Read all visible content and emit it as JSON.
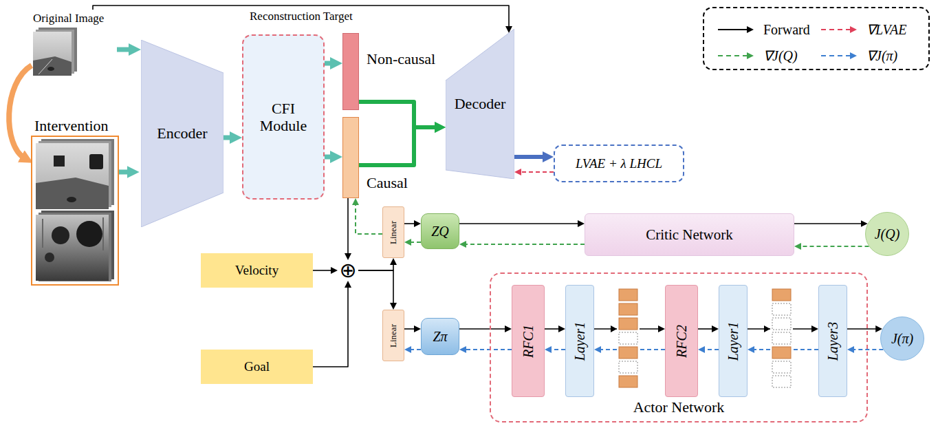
{
  "diagram": {
    "nodes": [
      {
        "text": [
          "Original Image"
        ]
      },
      {
        "text": [
          "Encoder"
        ]
      },
      {
        "text": [
          "CFI Module"
        ]
      },
      {
        "text": [
          "Non-causal"
        ]
      },
      {
        "text": [
          "Causal"
        ]
      },
      {
        "text": [
          "Decoder"
        ]
      },
      {
        "text": [
          "LVAE + λ LHCL"
        ]
      },
      {
        "text": [
          "Linear"
        ]
      },
      {
        "text": [
          "ZQ"
        ]
      },
      {
        "text": [
          "Critic Network"
        ]
      },
      {
        "text": [
          "J(Q)"
        ]
      },
      {
        "text": [
          "Velocity"
        ]
      },
      {
        "text": [
          "⊕"
        ]
      },
      {
        "text": [
          "Goal"
        ]
      },
      {
        "text": [
          "Linear"
        ]
      },
      {
        "text": [
          "Zπ"
        ]
      },
      {
        "text": [
          "Actor Network"
        ]
      },
      {
        "text": [
          "RFC1"
        ],
        "in": 16
      },
      {
        "text": [
          "Layer1"
        ],
        "in": 16
      },
      {
        "text": [
          "RFC2"
        ],
        "in": 16
      },
      {
        "text": [
          "Layer1"
        ],
        "in": 16
      },
      {
        "text": [
          "Layer3"
        ],
        "in": 16
      },
      {
        "text": [
          "J(π)"
        ]
      }
    ],
    "edges": [
      {
        "from": 0,
        "to": 1,
        "arrow": "to"
      },
      {
        "from": 0,
        "to": 5,
        "label": "Reconstruction Target",
        "arrow": "to"
      },
      {
        "from": 1,
        "to": 2,
        "arrow": "to"
      },
      {
        "from": 2,
        "to": 3,
        "arrow": "to"
      },
      {
        "from": 2,
        "to": 4,
        "arrow": "to"
      },
      {
        "from": 3,
        "to": 5,
        "arrow": "to"
      },
      {
        "from": 4,
        "to": 5,
        "arrow": "to"
      },
      {
        "from": 5,
        "to": 6,
        "arrow": "to"
      },
      {
        "from": 6,
        "to": 5,
        "arrow": "to"
      },
      {
        "from": 4,
        "to": 12,
        "arrow": "to"
      },
      {
        "from": 11,
        "to": 12,
        "arrow": "to"
      },
      {
        "from": 13,
        "to": 12,
        "arrow": "to"
      },
      {
        "from": 12,
        "to": 7,
        "arrow": "to"
      },
      {
        "from": 12,
        "to": 14,
        "arrow": "to"
      },
      {
        "from": 7,
        "to": 8,
        "arrow": "to"
      },
      {
        "from": 8,
        "to": 9,
        "arrow": "to"
      },
      {
        "from": 9,
        "to": 10,
        "arrow": "to"
      },
      {
        "from": 10,
        "to": 9,
        "arrow": "to"
      },
      {
        "from": 9,
        "to": 8,
        "arrow": "to"
      },
      {
        "from": 8,
        "to": 7,
        "arrow": "to"
      },
      {
        "from": 7,
        "to": 4,
        "arrow": "to"
      },
      {
        "from": 14,
        "to": 15,
        "arrow": "to"
      },
      {
        "from": 15,
        "to": 17,
        "arrow": "to"
      },
      {
        "from": 17,
        "to": 18,
        "arrow": "to"
      },
      {
        "from": 18,
        "to": 19,
        "arrow": "to"
      },
      {
        "from": 19,
        "to": 20,
        "arrow": "to"
      },
      {
        "from": 20,
        "to": 21,
        "arrow": "to"
      },
      {
        "from": 21,
        "to": 22,
        "arrow": "to"
      },
      {
        "from": 22,
        "to": 21,
        "arrow": "to"
      },
      {
        "from": 21,
        "to": 20,
        "arrow": "to"
      },
      {
        "from": 20,
        "to": 19,
        "arrow": "to"
      },
      {
        "from": 19,
        "to": 18,
        "arrow": "to"
      },
      {
        "from": 18,
        "to": 17,
        "arrow": "to"
      },
      {
        "from": 17,
        "to": 15,
        "arrow": "to"
      },
      {
        "from": 15,
        "to": 14,
        "arrow": "to"
      }
    ],
    "labels": [
      "Intervention"
    ],
    "legend": [
      {
        "text": "Forward"
      },
      {
        "text": "∇LVAE"
      },
      {
        "text": "∇J(Q)"
      },
      {
        "text": "∇J(π)"
      }
    ]
  }
}
